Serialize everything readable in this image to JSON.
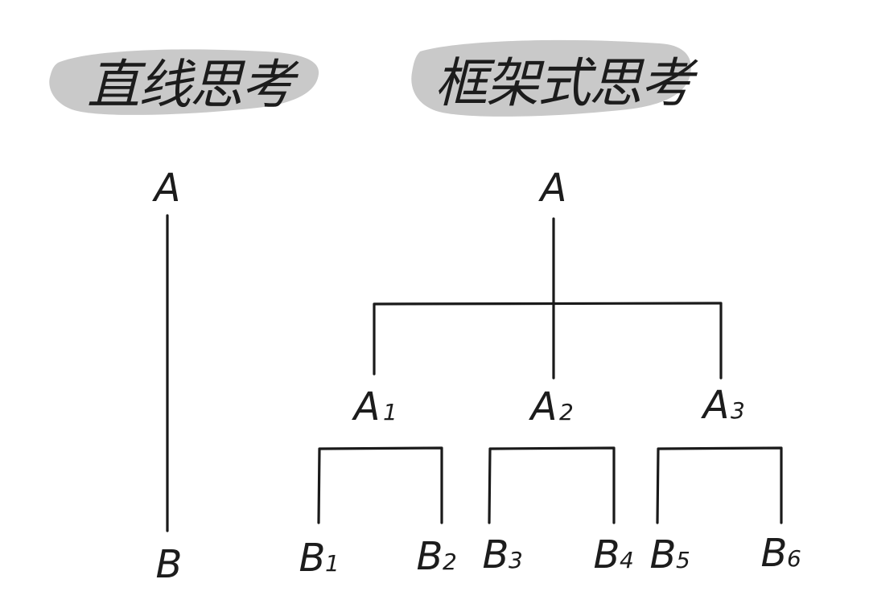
{
  "left": {
    "title": "直线思考",
    "top_node": {
      "label": "A"
    },
    "bottom_node": {
      "label": "B"
    }
  },
  "right": {
    "title": "框架式思考",
    "root": {
      "label": "A"
    },
    "level1": [
      {
        "label": "A",
        "sub": "1"
      },
      {
        "label": "A",
        "sub": "2"
      },
      {
        "label": "A",
        "sub": "3"
      }
    ],
    "level2": [
      {
        "label": "B",
        "sub": "1"
      },
      {
        "label": "B",
        "sub": "2"
      },
      {
        "label": "B",
        "sub": "3"
      },
      {
        "label": "B",
        "sub": "4"
      },
      {
        "label": "B",
        "sub": "5"
      },
      {
        "label": "B",
        "sub": "6"
      }
    ]
  }
}
